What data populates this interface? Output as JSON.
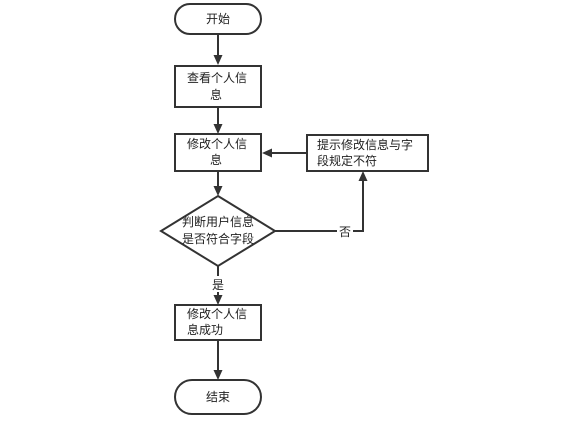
{
  "nodes": {
    "start": {
      "lines": [
        "开始"
      ]
    },
    "view_info": {
      "lines": [
        "查看个人信",
        "息"
      ]
    },
    "edit_info": {
      "lines": [
        "修改个人信",
        "息"
      ]
    },
    "prompt": {
      "lines": [
        "提示修改信息与字",
        "段规定不符"
      ]
    },
    "check": {
      "lines": [
        "判断用户信息",
        "是否符合字段"
      ]
    },
    "success": {
      "lines": [
        "修改个人信",
        "息成功"
      ]
    },
    "end": {
      "lines": [
        "结束"
      ]
    }
  },
  "edges": {
    "yes_label": "是",
    "no_label": "否"
  }
}
